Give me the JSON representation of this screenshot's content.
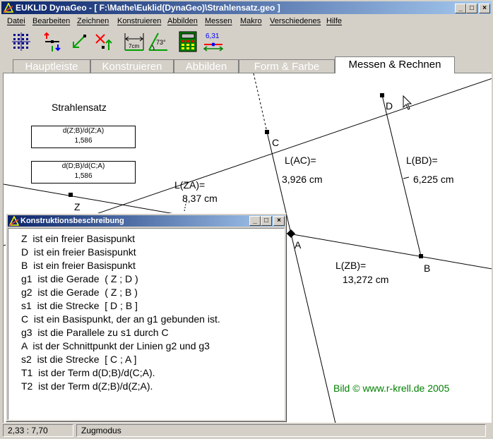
{
  "window": {
    "title": "EUKLID DynaGeo - [ F:\\Mathe\\Euklid(DynaGeo)\\Strahlensatz.geo ]"
  },
  "menu": [
    "Datei",
    "Bearbeiten",
    "Zeichnen",
    "Konstruieren",
    "Abbilden",
    "Messen",
    "Makro",
    "Verschiedenes",
    "Hilfe"
  ],
  "toolbar": {
    "length_tool_label": "7cm",
    "angle_tool_label": "73°",
    "measure_tool_label": "6,31"
  },
  "tabs": [
    "Hauptleiste",
    "Konstruieren",
    "Abbilden",
    "Form & Farbe",
    "Messen & Rechnen"
  ],
  "active_tab": "Messen & Rechnen",
  "drawing": {
    "heading": "Strahlensatz",
    "term1": {
      "label": "d(Z;B)/d(Z;A)",
      "value": "1,586"
    },
    "term2": {
      "label": "d(D;B)/d(C;A)",
      "value": "1,586"
    },
    "points": {
      "Z": "Z",
      "C": "C",
      "D": "D",
      "A": "A",
      "B": "B"
    },
    "measures": {
      "ZA_label": "L(ZA)=",
      "ZA_value": "8,37 cm",
      "AC_label": "L(AC)=",
      "AC_value": "3,926 cm",
      "BD_label": "L(BD)=",
      "BD_value": "6,225 cm",
      "ZB_label": "L(ZB)=",
      "ZB_value": "13,272 cm"
    },
    "credit": "Bild  © www.r-krell.de  2005"
  },
  "construction_window": {
    "title": "Konstruktionsbeschreibung",
    "lines": [
      "Z  ist ein freier Basispunkt",
      "D  ist ein freier Basispunkt",
      "B  ist ein freier Basispunkt",
      "g1  ist die Gerade  ( Z ; D )",
      "g2  ist die Gerade  ( Z ; B )",
      "s1  ist die Strecke  [ D ; B ]",
      "C  ist ein Basispunkt, der an g1 gebunden ist.",
      "g3  ist die Parallele zu s1 durch C",
      "A  ist der Schnittpunkt der Linien g2 und g3",
      "s2  ist die Strecke  [ C ; A ]",
      "T1  ist der Term d(D;B)/d(C;A).",
      "T2  ist der Term d(Z;B)/d(Z;A)."
    ]
  },
  "status": {
    "coords": "2,33 : 7,70",
    "mode": "Zugmodus"
  }
}
